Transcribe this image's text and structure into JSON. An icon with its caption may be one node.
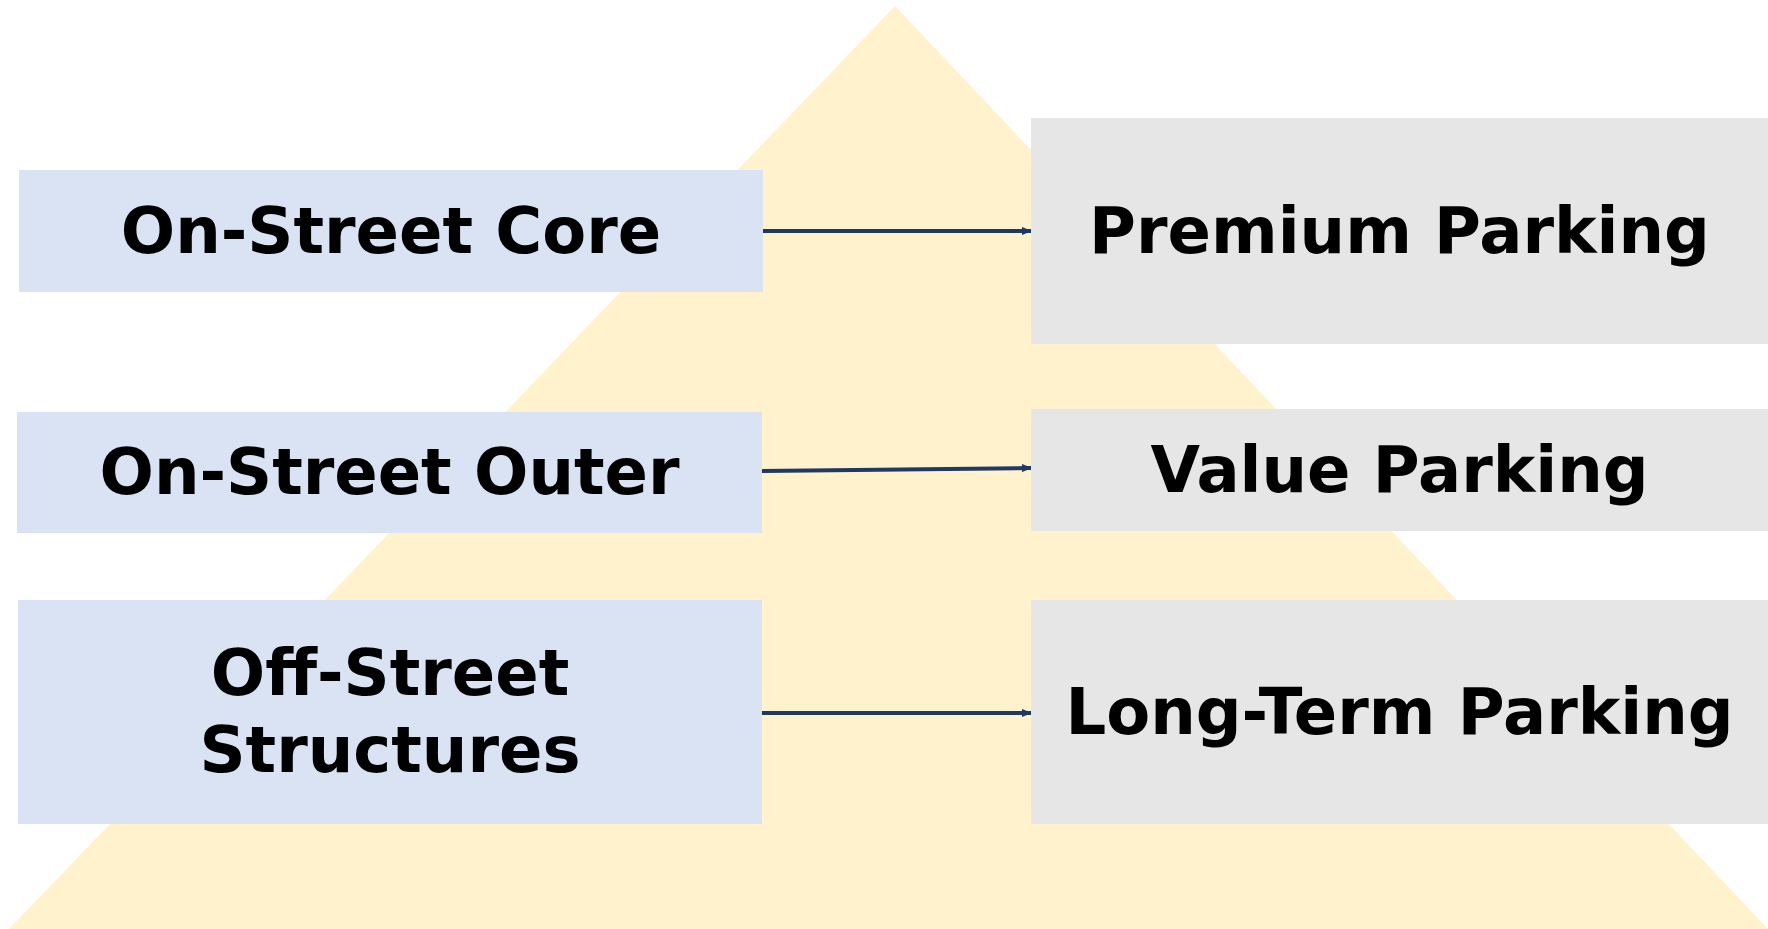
{
  "diagram": {
    "nodes": [
      {
        "text": [
          "On-Street Core"
        ]
      },
      {
        "text": [
          "On-Street Outer"
        ]
      },
      {
        "text": [
          "Off-Street Structures"
        ]
      },
      {
        "text": [
          "Premium Parking"
        ]
      },
      {
        "text": [
          "Value Parking"
        ]
      },
      {
        "text": [
          "Long-Term Parking"
        ]
      }
    ],
    "edges": [
      {
        "from": 0,
        "to": 3,
        "arrow": "to"
      },
      {
        "from": 1,
        "to": 4,
        "arrow": "to"
      },
      {
        "from": 2,
        "to": 5,
        "arrow": "to"
      }
    ]
  }
}
